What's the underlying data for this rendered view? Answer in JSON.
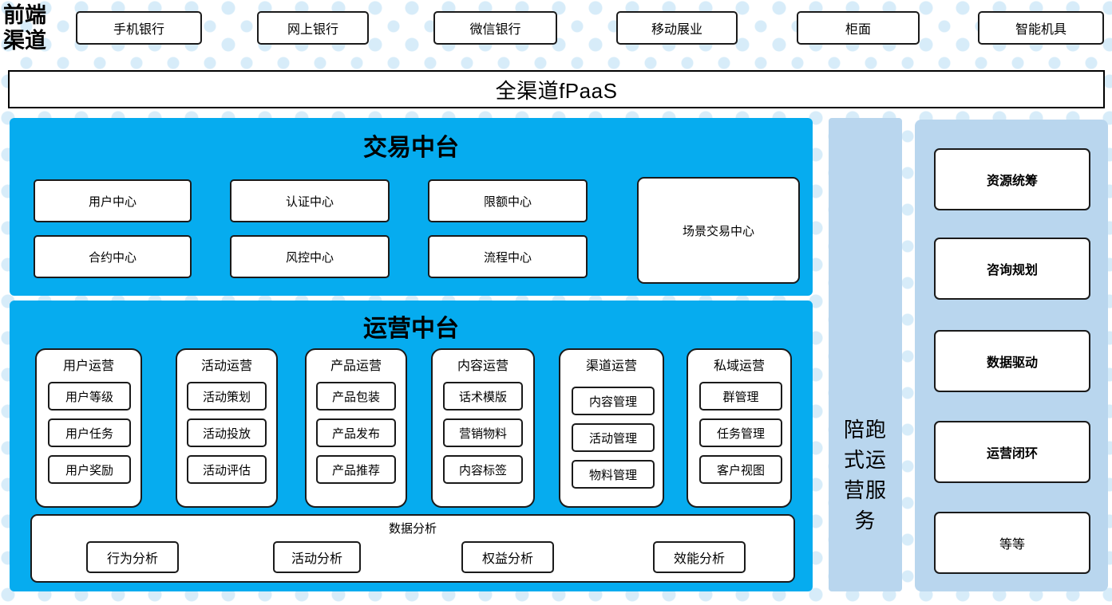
{
  "header": {
    "channel_label": "前端\n渠道",
    "channels": [
      {
        "label": "手机银行"
      },
      {
        "label": "网上银行"
      },
      {
        "label": "微信银行"
      },
      {
        "label": "移动展业"
      },
      {
        "label": "柜面"
      },
      {
        "label": "智能机具"
      }
    ],
    "platform_bar": "全渠道fPaaS"
  },
  "trading_center": {
    "title": "交易中台",
    "tiles": [
      {
        "label": "用户中心"
      },
      {
        "label": "认证中心"
      },
      {
        "label": "限额中心"
      },
      {
        "label": "合约中心"
      },
      {
        "label": "风控中心"
      },
      {
        "label": "流程中心"
      }
    ],
    "scene_tile": "场景交易中心"
  },
  "operation_center": {
    "title": "运营中台",
    "columns": [
      {
        "title": "用户运营",
        "items": [
          "用户等级",
          "用户任务",
          "用户奖励"
        ]
      },
      {
        "title": "活动运营",
        "items": [
          "活动策划",
          "活动投放",
          "活动评估"
        ]
      },
      {
        "title": "产品运营",
        "items": [
          "产品包装",
          "产品发布",
          "产品推荐"
        ]
      },
      {
        "title": "内容运营",
        "items": [
          "话术模版",
          "营销物料",
          "内容标签"
        ]
      },
      {
        "title": "渠道运营",
        "items": [
          "内容管理",
          "活动管理",
          "物料管理"
        ]
      },
      {
        "title": "私域运营",
        "items": [
          "群管理",
          "任务管理",
          "客户视图"
        ]
      }
    ],
    "data_analysis": {
      "title": "数据分析",
      "items": [
        "行为分析",
        "活动分析",
        "权益分析",
        "效能分析"
      ]
    }
  },
  "service_strip": {
    "label": "陪跑式运营服务"
  },
  "capabilities": {
    "items": [
      {
        "label": "资源统筹",
        "bold": true
      },
      {
        "label": "咨询规划",
        "bold": true
      },
      {
        "label": "数据驱动",
        "bold": true
      },
      {
        "label": "运营闭环",
        "bold": true
      },
      {
        "label": "等等",
        "bold": false
      }
    ]
  },
  "colors": {
    "accent_blue": "#06ACEF",
    "panel_light_blue": "#b9d6ee",
    "dot_blue": "#d7ecf9",
    "border": "#1a1a1a"
  }
}
